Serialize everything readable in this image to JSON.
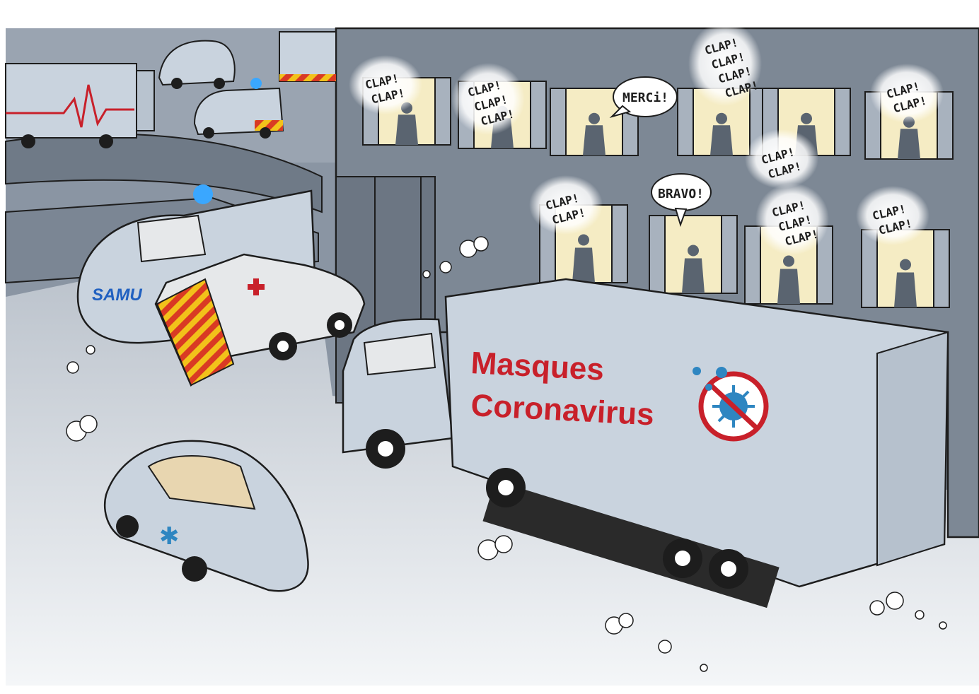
{
  "truck": {
    "line1": "Masques",
    "line2": "Coronavirus"
  },
  "samu_label": "SAMU",
  "speech": {
    "merci": "MERCi!",
    "bravo": "BRAVO!"
  },
  "claps": [
    {
      "lines": [
        "CLAP!",
        "CLAP!"
      ]
    },
    {
      "lines": [
        "CLAP!",
        "CLAP!",
        "CLAP!"
      ]
    },
    {
      "lines": [
        "CLAP!",
        "CLAP!",
        "CLAP!",
        "CLAP!"
      ]
    },
    {
      "lines": [
        "CLAP!",
        "CLAP!"
      ]
    },
    {
      "lines": [
        "CLAP!",
        "CLAP!"
      ]
    },
    {
      "lines": [
        "CLAP!",
        "CLAP!"
      ]
    },
    {
      "lines": [
        "CLAP!",
        "CLAP!",
        "CLAP!"
      ]
    },
    {
      "lines": [
        "CLAP!",
        "CLAP!"
      ]
    }
  ],
  "colors": {
    "sky": "#8a95a3",
    "building": "#7d8895",
    "road": "#d9dde2",
    "vehicle": "#c9d3de",
    "window_light": "#f5ecc4",
    "brand_red": "#c8202a",
    "stripe_yellow": "#f2c21a",
    "beacon_blue": "#3aa7ff",
    "virus_blue": "#2e86c1"
  },
  "icons": [
    "no-virus-icon",
    "red-cross-icon",
    "star-of-life-icon",
    "beacon-icon",
    "ecg-line-icon"
  ]
}
